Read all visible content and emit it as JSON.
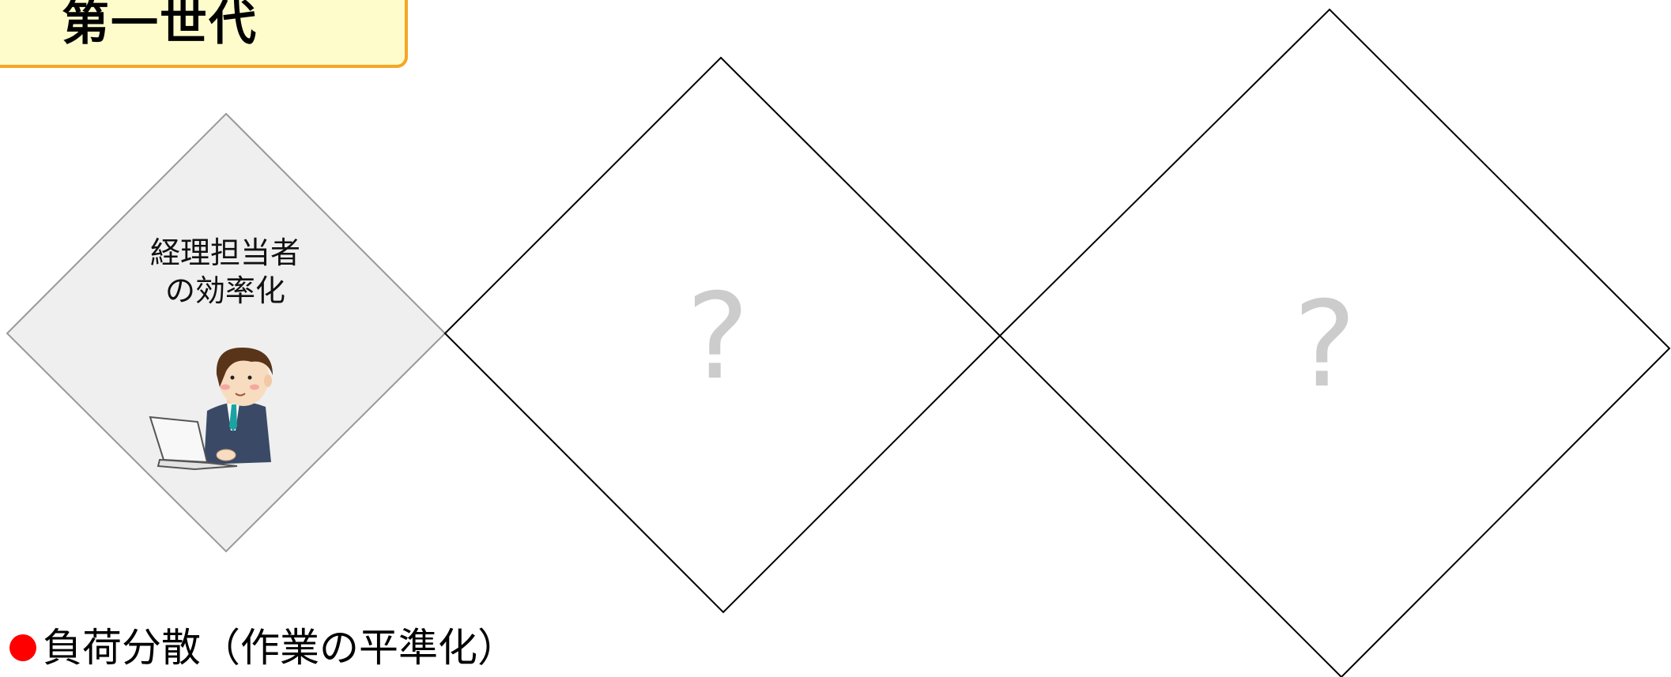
{
  "generation_banner": {
    "label": "第一世代"
  },
  "stages": [
    {
      "label_lines": [
        "経理担当者",
        "の効率化"
      ],
      "illustration": "businessman-with-laptop"
    },
    {
      "mark": "?"
    },
    {
      "mark": "?"
    }
  ],
  "bullet": {
    "text": "負荷分散（作業の平準化）"
  },
  "colors": {
    "banner_fill": "#fffccc",
    "banner_border": "#f5a623",
    "stage1_fill": "#efefef",
    "stage1_border": "#999999",
    "diamond_border": "#000000",
    "question_mark": "#cccccc",
    "bullet_dot": "#ff0000"
  }
}
